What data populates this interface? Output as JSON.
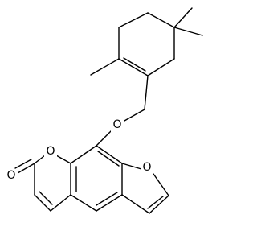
{
  "atoms": {
    "carbonyl_oxygen": "O",
    "pyranone_oxygen": "O",
    "ether_oxygen": "O",
    "furan_oxygen": "O"
  },
  "colors": {
    "bond": "#000000",
    "background": "#ffffff"
  }
}
